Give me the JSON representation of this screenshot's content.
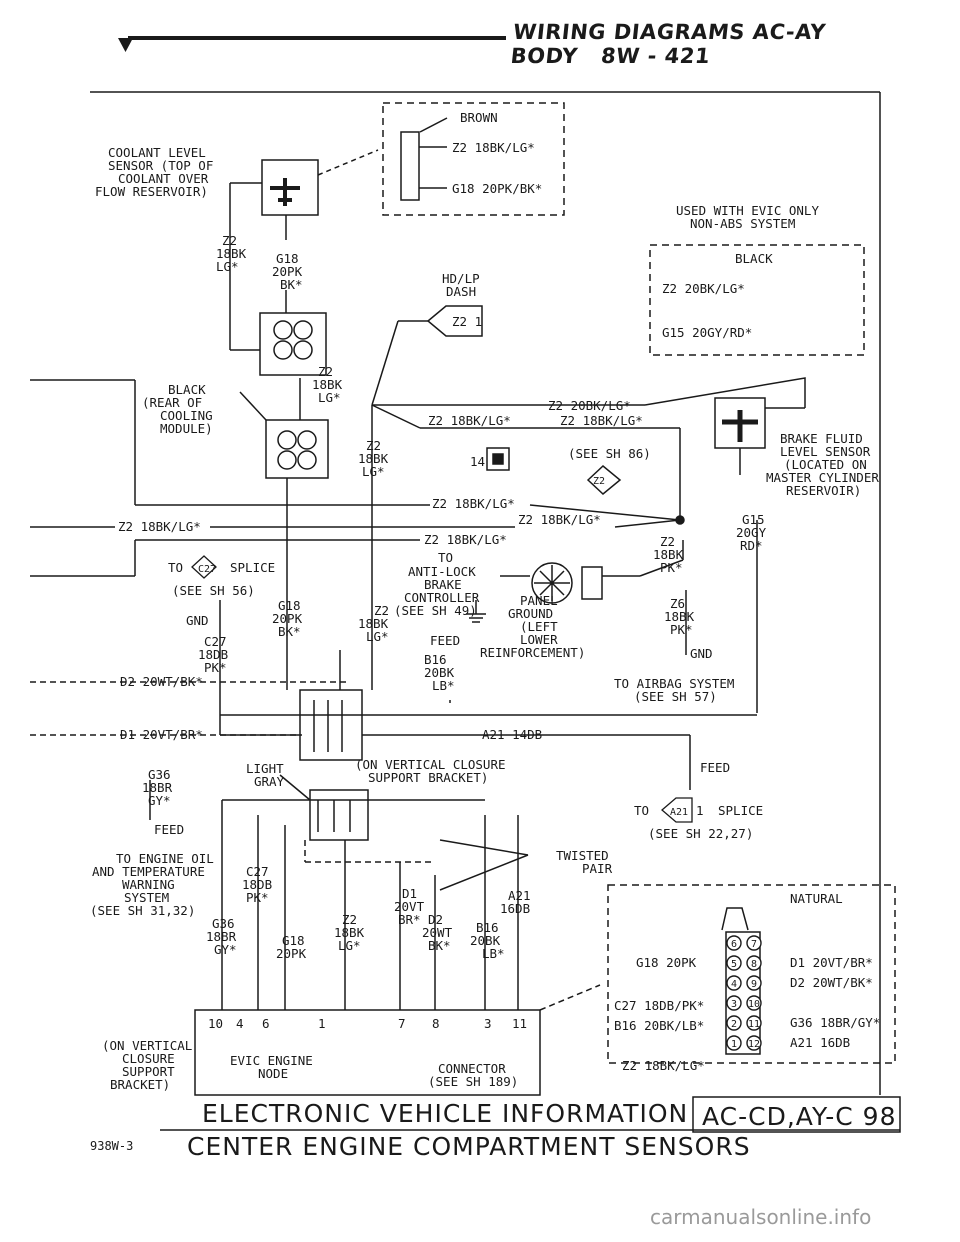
{
  "header": {
    "title": "WIRING DIAGRAMS AC-AY BODY",
    "page": "8W - 421"
  },
  "labels": {
    "coolant_sensor": [
      "COOLANT LEVEL",
      "SENSOR (TOP OF",
      "COOLANT OVER",
      "FLOW RESERVOIR)"
    ],
    "brown_box": [
      "BROWN",
      "Z2 18BK/LG*",
      "G18 20PK/BK*"
    ],
    "evic_note": [
      "USED WITH EVIC ONLY",
      "NON-ABS SYSTEM"
    ],
    "black_box": [
      "BLACK",
      "Z2 20BK/LG*",
      "G15 20GY/RD*"
    ],
    "z2_left": [
      "Z2",
      "18BK",
      "LG*"
    ],
    "g18_left": [
      "G18",
      "20PK",
      "BK*"
    ],
    "hdlp": [
      "HD/LP",
      "DASH"
    ],
    "hdlp_splice": "Z2 1",
    "black_module": [
      "BLACK",
      "(REAR OF",
      "COOLING",
      "MODULE)"
    ],
    "z2_mod": [
      "Z2",
      "18BK",
      "LG*"
    ],
    "wire_z2_20": "Z2 20BK/LG*",
    "wire_z2_18_a": "Z2 18BK/LG*",
    "wire_z2_18_b": "Z2 18BK/LG*",
    "brake_sensor": [
      "BRAKE FLUID",
      "LEVEL SENSOR",
      "(LOCATED ON",
      "MASTER CYLINDER",
      "RESERVOIR)"
    ],
    "z2_mid": [
      "Z2",
      "18BK",
      "LG*"
    ],
    "sh86": "(SEE SH 86)",
    "num14": "14",
    "z2_diamond": "Z2",
    "wire_z2_18_c": "Z2 18BK/LG*",
    "wire_z2_18_left": "Z2 18BK/LG*",
    "wire_z2_18_d": "Z2 18BK/LG*",
    "wire_z2_18_e": "Z2 18BK/LG*",
    "g15_right": [
      "G15",
      "20GY",
      "RD*"
    ],
    "to_c27": [
      "TO",
      "C27",
      "SPLICE",
      "(SEE SH 56)"
    ],
    "gnd_left": "GND",
    "c27_left": [
      "C27",
      "18DB",
      "PK*"
    ],
    "g18_mid": [
      "G18",
      "20PK",
      "BK*"
    ],
    "abs": [
      "TO",
      "ANTI-LOCK",
      "BRAKE",
      "CONTROLLER",
      "(SEE SH 49)"
    ],
    "z2_abs": [
      "Z2",
      "18BK",
      "LG*"
    ],
    "feed_abs": "FEED",
    "b16": [
      "B16",
      "20BK",
      "LB*"
    ],
    "panel_ground": [
      "PANEL",
      "GROUND",
      "(LEFT",
      "LOWER",
      "REINFORCEMENT)"
    ],
    "z2_pk": [
      "Z2",
      "18BK",
      "PK*"
    ],
    "z6_pk": [
      "Z6",
      "18BK",
      "PK*"
    ],
    "gnd_right": "GND",
    "airbag": [
      "TO AIRBAG SYSTEM",
      "(SEE SH 57)"
    ],
    "wire_d2": "D2 20WT/BK*",
    "wire_d1": "D1 20VT/BR*",
    "wire_a21": "A21 14DB",
    "g36_top": [
      "G36",
      "18BR",
      "GY*"
    ],
    "light_gray": [
      "LIGHT",
      "GRAY"
    ],
    "bracket_top": [
      "(ON VERTICAL CLOSURE",
      "SUPPORT BRACKET)"
    ],
    "feed_right": "FEED",
    "to_a21": [
      "TO",
      "A21",
      "1",
      "SPLICE",
      "(SEE SH 22,27)"
    ],
    "feed_left": "FEED",
    "engine_oil": [
      "TO ENGINE OIL",
      "AND TEMPERATURE",
      "WARNING",
      "SYSTEM",
      "(SEE SH 31,32)"
    ],
    "twisted_pair": [
      "TWISTED",
      "PAIR"
    ],
    "natural": "NATURAL",
    "c27_conn": [
      "C27",
      "18DB",
      "PK*"
    ],
    "g36_conn": [
      "G36",
      "18BR",
      "GY*"
    ],
    "g18_conn": [
      "G18",
      "20PK"
    ],
    "z2_conn": [
      "Z2",
      "18BK",
      "LG*"
    ],
    "d1_conn": [
      "D1",
      "20VT",
      "BR*"
    ],
    "d2_conn": [
      "D2",
      "20WT",
      "BK*"
    ],
    "b16_conn": [
      "B16",
      "20BK",
      "LB*"
    ],
    "a21_conn": [
      "A21",
      "16DB"
    ],
    "pin_numbers": [
      "10",
      "4",
      "6",
      "1",
      "7",
      "8",
      "3",
      "11"
    ],
    "pinout_left": [
      "G18 20PK",
      "C27 18DB/PK*",
      "B16 20BK/LB*",
      "Z2 18BK/LG*"
    ],
    "pinout_right": [
      "D1 20VT/BR*",
      "D2 20WT/BK*",
      "G36 18BR/GY*",
      "A21 16DB"
    ],
    "cavities": [
      "6",
      "7",
      "5",
      "8",
      "4",
      "9",
      "3",
      "10",
      "2",
      "11",
      "1",
      "12"
    ],
    "evic_node": [
      "EVIC ENGINE",
      "NODE"
    ],
    "connector_ref": [
      "CONNECTOR",
      "(SEE SH 189)"
    ],
    "bracket_bottom": [
      "(ON VERTICAL",
      "CLOSURE",
      "SUPPORT",
      "BRACKET)"
    ]
  },
  "footer": {
    "line1": "ELECTRONIC VEHICLE INFORMATION",
    "line2": "CENTER ENGINE COMPARTMENT SENSORS",
    "code": "AC-CD,AY-C 98",
    "fig": "938W-3"
  },
  "watermark": "carmanualsonline.info"
}
